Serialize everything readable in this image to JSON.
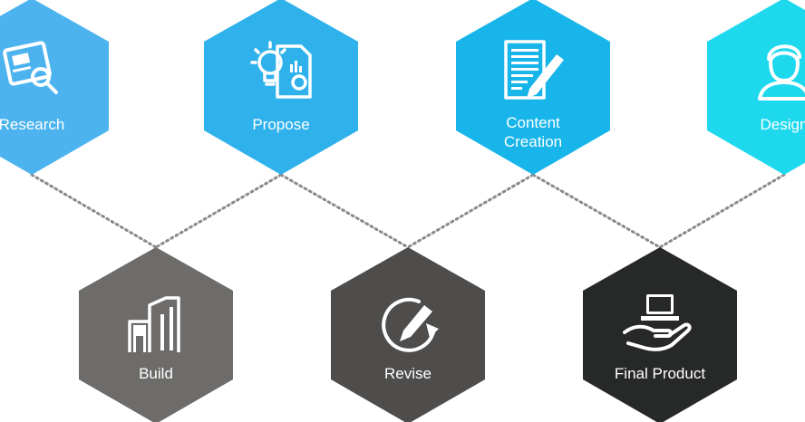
{
  "process": {
    "top_steps": [
      {
        "id": "research",
        "label": "Research",
        "color": "#4cb3ee",
        "icon": "document-magnifier-icon"
      },
      {
        "id": "propose",
        "label": "Propose",
        "color": "#2fb1ec",
        "icon": "lightbulb-document-icon"
      },
      {
        "id": "content",
        "label": "Content\nCreation",
        "color": "#18b5ea",
        "icon": "document-pencil-icon"
      },
      {
        "id": "design",
        "label": "Design",
        "color": "#1ed8ee",
        "icon": "designer-person-icon"
      }
    ],
    "bottom_steps": [
      {
        "id": "build",
        "label": "Build",
        "color": "#6d6c6a",
        "icon": "buildings-icon"
      },
      {
        "id": "revise",
        "label": "Revise",
        "color": "#4e4d4c",
        "icon": "revise-pencil-arrow-icon"
      },
      {
        "id": "final",
        "label": "Final Product",
        "color": "#272928",
        "icon": "hand-holding-laptop-icon"
      }
    ],
    "connector_color": "#8a8a8a"
  }
}
